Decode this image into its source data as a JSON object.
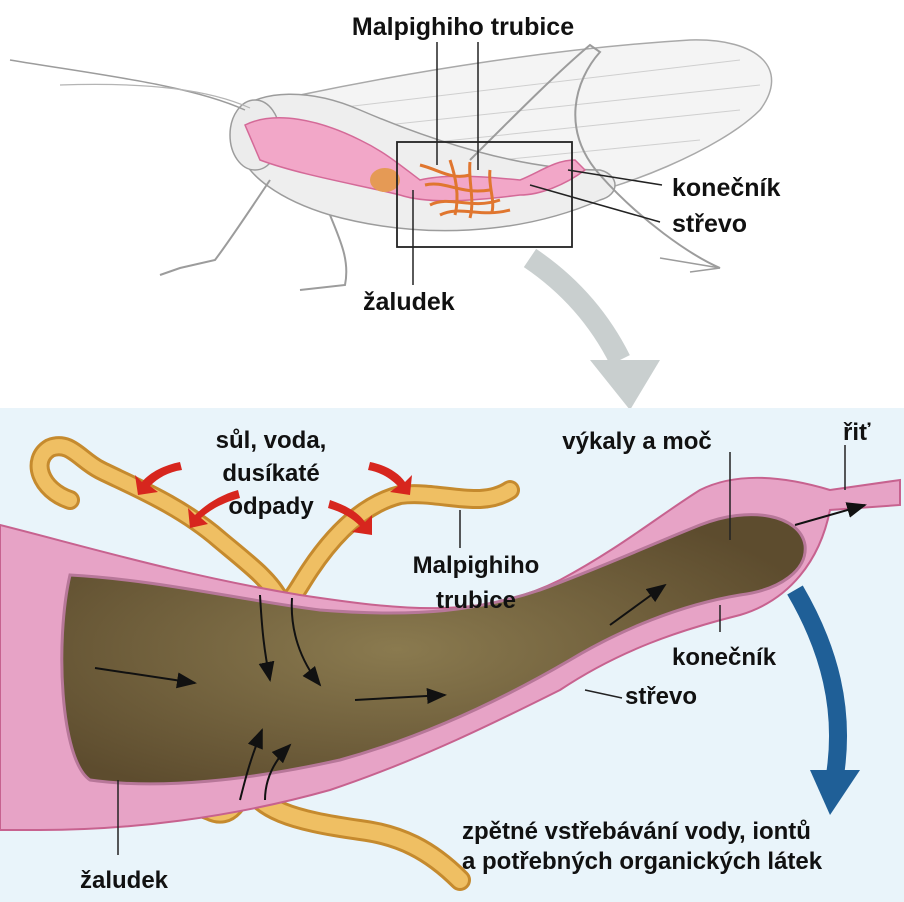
{
  "top": {
    "label_malpighi": "Malpighiho trubice",
    "label_konecnik": "konečník",
    "label_strevo": "střevo",
    "label_zaludek": "žaludek"
  },
  "bottom": {
    "input_line1": "sůl, voda,",
    "input_line2": "dusíkaté",
    "input_line3": "odpady",
    "malpighi_line1": "Malpighiho",
    "malpighi_line2": "trubice",
    "vykaly": "výkaly a moč",
    "rit": "řiť",
    "konecnik": "konečník",
    "strevo": "střevo",
    "zaludek": "žaludek",
    "reabsorption_line1": "zpětné vstřebávání vody, iontů",
    "reabsorption_line2": "a potřebných organických látek"
  },
  "colors": {
    "panel_bg": "#e9f4fa",
    "gut_wall": "#e7a3c6",
    "gut_content": "#7d6a45",
    "tubule": "#e8b052",
    "red_arrow": "#d7261e",
    "blue_arrow": "#1f5f97",
    "grey_arrow": "#c9cfcf"
  }
}
